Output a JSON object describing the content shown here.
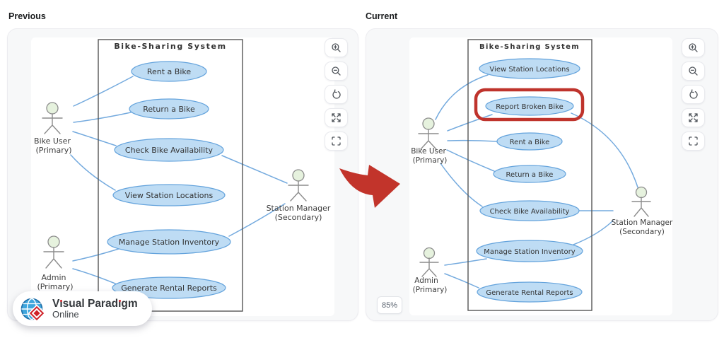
{
  "panels": {
    "previous": {
      "label": "Previous",
      "diagram_title": "Bike-Sharing System",
      "use_cases": [
        "Rent a Bike",
        "Return a Bike",
        "Check Bike Availability",
        "View Station Locations",
        "Manage Station Inventory",
        "Generate Rental Reports"
      ],
      "actors": {
        "bike_user": {
          "name": "Bike User",
          "role": "(Primary)"
        },
        "station_manager": {
          "name": "Station Manager",
          "role": "(Secondary)"
        },
        "admin": {
          "name": "Admin",
          "role": "(Primary)"
        }
      },
      "connections": [
        "Bike User - Rent a Bike",
        "Bike User - Return a Bike",
        "Bike User - Check Bike Availability",
        "Bike User - View Station Locations",
        "Station Manager - Check Bike Availability",
        "Station Manager - Manage Station Inventory",
        "Admin - Manage Station Inventory",
        "Admin - Generate Rental Reports"
      ]
    },
    "current": {
      "label": "Current",
      "diagram_title": "Bike-Sharing System",
      "use_cases": [
        "View Station Locations",
        "Report Broken Bike",
        "Rent a Bike",
        "Return a Bike",
        "Check Bike Availability",
        "Manage Station Inventory",
        "Generate Rental Reports"
      ],
      "highlighted_use_case": "Report Broken Bike",
      "zoom_badge": "85%",
      "actors": {
        "bike_user": {
          "name": "Bike User",
          "role": "(Primary)"
        },
        "station_manager": {
          "name": "Station Manager",
          "role": "(Secondary)"
        },
        "admin": {
          "name": "Admin",
          "role": "(Primary)"
        }
      },
      "connections": [
        "Bike User - View Station Locations",
        "Bike User - Report Broken Bike",
        "Bike User - Rent a Bike",
        "Bike User - Return a Bike",
        "Bike User - Check Bike Availability",
        "Station Manager - Report Broken Bike",
        "Station Manager - Check Bike Availability",
        "Station Manager - Manage Station Inventory",
        "Admin - Manage Station Inventory",
        "Admin - Generate Rental Reports"
      ]
    }
  },
  "zoom_controls": {
    "icons": [
      "zoom-in-icon",
      "zoom-out-icon",
      "reset-view-icon",
      "expand-icon",
      "fullscreen-icon"
    ]
  },
  "logo": {
    "line1_parts": [
      "V",
      "ı",
      "sual Parad",
      "ı",
      "gm"
    ],
    "line1": "Visual Paradigm",
    "line2": "Online"
  },
  "colors": {
    "use_case_fill": "#bedcf4",
    "use_case_stroke": "#64a3dc",
    "connector_blue": "#74aade",
    "highlight_red": "#bf332c",
    "arrow_red": "#c2342b",
    "actor_head_green": "#e6f2de",
    "panel_bg": "#f7f8f9"
  }
}
